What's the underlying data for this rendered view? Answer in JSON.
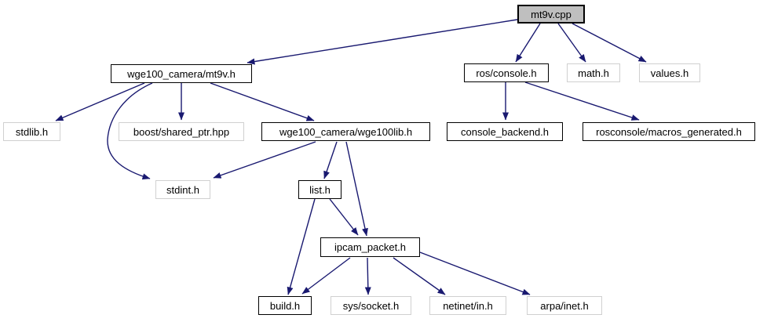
{
  "diagram": {
    "title": "mt9v.cpp include dependency graph",
    "type": "directed-include-graph",
    "background_color": "#ffffff",
    "edge_color": "#191970",
    "root_fill_color": "#bfbfbf",
    "documented_border_color": "#000000",
    "external_border_color": "#d0d0d0",
    "text_color": "#000000"
  },
  "nodes": [
    {
      "id": "mt9v-cpp",
      "label": "mt9v.cpp",
      "kind": "root"
    },
    {
      "id": "wge100-mt9v-h",
      "label": "wge100_camera/mt9v.h",
      "kind": "documented"
    },
    {
      "id": "ros-console-h",
      "label": "ros/console.h",
      "kind": "documented"
    },
    {
      "id": "math-h",
      "label": "math.h",
      "kind": "external"
    },
    {
      "id": "values-h",
      "label": "values.h",
      "kind": "external"
    },
    {
      "id": "stdlib-h",
      "label": "stdlib.h",
      "kind": "external"
    },
    {
      "id": "boost-shared-ptr",
      "label": "boost/shared_ptr.hpp",
      "kind": "external"
    },
    {
      "id": "wge100lib-h",
      "label": "wge100_camera/wge100lib.h",
      "kind": "documented"
    },
    {
      "id": "console-backend-h",
      "label": "console_backend.h",
      "kind": "documented"
    },
    {
      "id": "macros-generated-h",
      "label": "rosconsole/macros_generated.h",
      "kind": "documented"
    },
    {
      "id": "stdint-h",
      "label": "stdint.h",
      "kind": "external"
    },
    {
      "id": "list-h",
      "label": "list.h",
      "kind": "documented"
    },
    {
      "id": "ipcam-packet-h",
      "label": "ipcam_packet.h",
      "kind": "documented"
    },
    {
      "id": "build-h",
      "label": "build.h",
      "kind": "documented"
    },
    {
      "id": "sys-socket-h",
      "label": "sys/socket.h",
      "kind": "external"
    },
    {
      "id": "netinet-in-h",
      "label": "netinet/in.h",
      "kind": "external"
    },
    {
      "id": "arpa-inet-h",
      "label": "arpa/inet.h",
      "kind": "external"
    }
  ],
  "edges": [
    {
      "from": "mt9v.cpp",
      "to": "wge100_camera/mt9v.h"
    },
    {
      "from": "mt9v.cpp",
      "to": "ros/console.h"
    },
    {
      "from": "mt9v.cpp",
      "to": "math.h"
    },
    {
      "from": "mt9v.cpp",
      "to": "values.h"
    },
    {
      "from": "wge100_camera/mt9v.h",
      "to": "stdlib.h"
    },
    {
      "from": "wge100_camera/mt9v.h",
      "to": "boost/shared_ptr.hpp"
    },
    {
      "from": "wge100_camera/mt9v.h",
      "to": "wge100_camera/wge100lib.h"
    },
    {
      "from": "wge100_camera/mt9v.h",
      "to": "stdint.h"
    },
    {
      "from": "ros/console.h",
      "to": "console_backend.h"
    },
    {
      "from": "ros/console.h",
      "to": "rosconsole/macros_generated.h"
    },
    {
      "from": "wge100_camera/wge100lib.h",
      "to": "stdint.h"
    },
    {
      "from": "wge100_camera/wge100lib.h",
      "to": "list.h"
    },
    {
      "from": "wge100_camera/wge100lib.h",
      "to": "ipcam_packet.h"
    },
    {
      "from": "list.h",
      "to": "ipcam_packet.h"
    },
    {
      "from": "list.h",
      "to": "build.h"
    },
    {
      "from": "ipcam_packet.h",
      "to": "build.h"
    },
    {
      "from": "ipcam_packet.h",
      "to": "sys/socket.h"
    },
    {
      "from": "ipcam_packet.h",
      "to": "netinet/in.h"
    },
    {
      "from": "ipcam_packet.h",
      "to": "arpa/inet.h"
    }
  ]
}
